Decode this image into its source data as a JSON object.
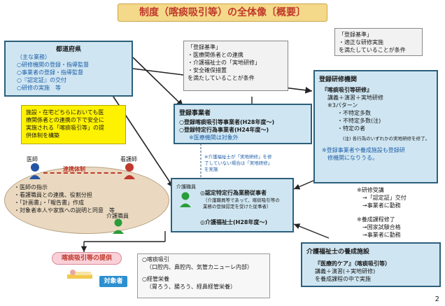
{
  "title": "制度（喀痰吸引等）の全体像〔概要〕",
  "prefecture": {
    "heading": "都道府県",
    "duties_label": "（主な業務）",
    "items": [
      "○研修機関の登録・指導監督",
      "○事業者の登録・指導監督",
      "○『認定証』の交付",
      "○研修の実施　等"
    ]
  },
  "callout_left": {
    "lines": [
      "「登録基準」",
      "・医療関係者との連携",
      "・介護福祉士の「実地研修」",
      "・安全確保措置",
      "を満たしていることが条件"
    ]
  },
  "callout_right": {
    "lines": [
      "「登録基準」",
      "・適正な研修実施",
      "を満たしていることが条件"
    ]
  },
  "yellow_note": {
    "lines": [
      "施設・在宅どちらにおいても医",
      "療関係者との連携の下で安全に",
      "実施される「喀痰吸引等」の提",
      "供体制を構築"
    ]
  },
  "registered_business": {
    "heading": "登録事業者",
    "line1_prefix": "○登録喀痰吸引等事業者(",
    "line1_year": "H28年度〜)",
    "line2_prefix": "○登録特定行為事業者(",
    "line2_year": "H24年度〜)",
    "note": "※医療機関は対象外"
  },
  "dashed_note": {
    "lines": [
      "※介護福祉士が「実地研修」を修",
      "了していない場合は「実地研修」",
      "を実施"
    ]
  },
  "registered_training": {
    "heading": "登録研修機関",
    "course_title": "『喀痰吸引等研修』",
    "course_detail": "講義＋演習＋実地研修",
    "patterns_label": "※3パターン",
    "patterns": [
      "・不特定多数",
      "・不特定多数(注)",
      "・特定の者"
    ],
    "note_small": "(注) 各行為のいずれかの実地研修を修了。",
    "note_blue": [
      "※登録事業者や養成施設も登録研",
      "修機関になりうる。"
    ]
  },
  "care_team": {
    "doctor_label": "医師",
    "nurse_label": "看護師",
    "care_staff_label": "介護職員",
    "cooperation": "連携体制",
    "items": [
      "・医師の指示",
      "・看護職員との連携、役割分担",
      "・「計画書」・「報告書」作成",
      "・対象者本人や家族への説明と同意　等"
    ]
  },
  "caregivers_box": {
    "care_label": "介護職員",
    "line1": "◎認定特定行為業務従事者",
    "line1_sub": [
      "（介護職員等であって、喀痰吸引等の",
      "業務の登録認定を受けた従事者）"
    ],
    "line2_prefix": "◎介護福祉士(",
    "line2_year": "H28年度〜)"
  },
  "flow_right": {
    "a_lines": [
      "※研修受講",
      "→「認定証」交付",
      "→事業者に勤務"
    ],
    "b_lines": [
      "※養成課程修了",
      "→国家試験合格",
      "→事業者に勤務"
    ]
  },
  "training_school": {
    "heading": "介護福祉士の養成施設",
    "course_title": "『医療的ケア』（喀痰吸引等）",
    "course_detail": "講義＋演習(＋実地研修)",
    "course_note": "を養成課程の中で実施"
  },
  "service": {
    "label": "喀痰吸引等の提供",
    "target": "対象者",
    "lines": [
      "○喀痰吸引",
      "（口腔内、鼻腔内、気管カニューレ内部）",
      "○経管栄養",
      "（胃ろう、腸ろう、経鼻経管栄養）"
    ]
  },
  "page_number": "2",
  "colors": {
    "box_fill": "#cfe6f2",
    "box_border": "#2c5f7c",
    "title_fill": "#f5d98a",
    "accent_red": "#c0392b"
  }
}
